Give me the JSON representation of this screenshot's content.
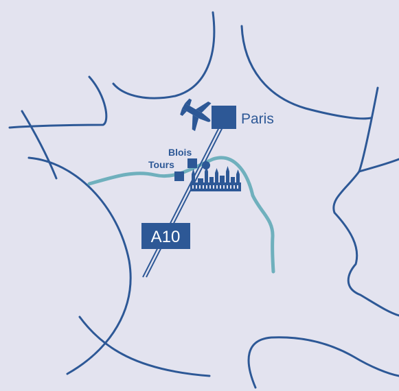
{
  "colors": {
    "background": "#e3e3ef",
    "border_lines": "#2d5896",
    "river": "#6fb0bd",
    "city_marker": "#2d5896",
    "road_badge": "#2d5896",
    "road_badge_text": "#ffffff"
  },
  "cities": [
    {
      "id": "paris",
      "label": "Paris"
    },
    {
      "id": "blois",
      "label": "Blois"
    },
    {
      "id": "tours",
      "label": "Tours"
    }
  ],
  "road": {
    "label": "A10"
  },
  "icons": {
    "airport": "airplane-icon",
    "castle": "chateau-icon"
  }
}
